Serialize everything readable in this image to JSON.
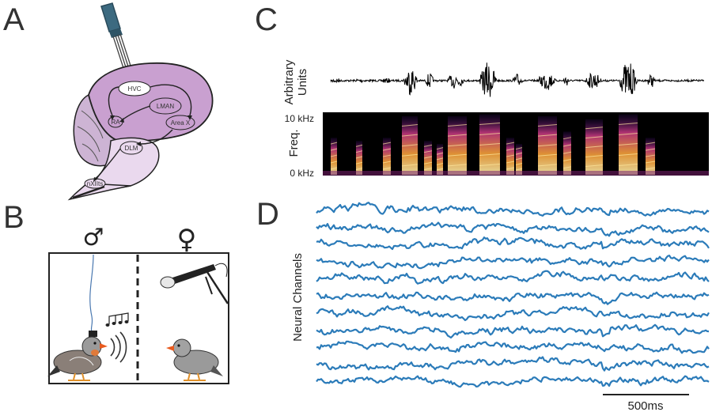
{
  "panels": {
    "a": {
      "letter": "A",
      "regions": [
        "HVC",
        "LMAN",
        "RA",
        "Area X",
        "DLM",
        "nXIIts"
      ]
    },
    "b": {
      "letter": "B",
      "male_symbol": "♂",
      "female_symbol": "♀"
    },
    "c": {
      "letter": "C",
      "wave_label_1": "Arbitrary",
      "wave_label_2": "Units",
      "spec_label": "Freq.",
      "spec_top": "10 kHz",
      "spec_bottom": "0 kHz"
    },
    "d": {
      "letter": "D",
      "ylabel": "Neural Channels",
      "scalebar": "500ms",
      "channel_count": 11
    }
  },
  "colors": {
    "neural_trace": "#2b7bb9",
    "brain_fill": "#c9a0d0",
    "brain_dark": "#9b6aa8",
    "spec_bg": "#000000"
  }
}
